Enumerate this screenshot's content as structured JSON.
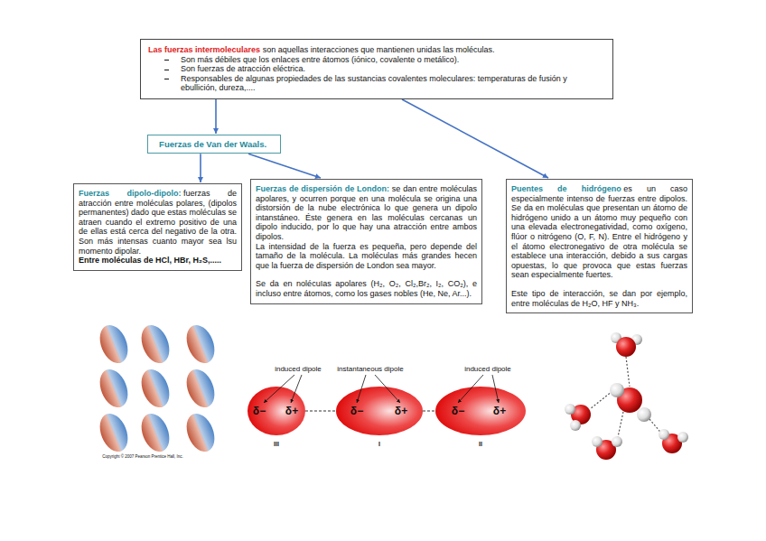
{
  "diagram": {
    "nodes": [
      {
        "text": [
          "Las fuerzas intermoleculares",
          "son aquellas interacciones que mantienen unidas las moléculas.",
          "Son más débiles que los enlaces entre átomos (iónico, covalente o metálico).",
          "Son fuerzas de atracción eléctrica.",
          "Responsables de algunas propiedades de las sustancias covalentes moleculares: temperaturas de fusión y ebullición, dureza,...."
        ]
      },
      {
        "text": [
          "Fuerzas de Van der Waals."
        ]
      },
      {
        "text": [
          "Fuerzas dipolo-dipolo:",
          "fuerzas de atracción entre moléculas polares, (dipolos permanentes) dado que estas moléculas se atraen cuando el extremo positivo de una de ellas está cerca del negativo de la otra. Son más intensas cuanto mayor sea lsu momento dipolar.",
          "Entre moléculas de HCl, HBr, H₂S,....."
        ]
      },
      {
        "text": [
          "Fuerzas de dispersión de London:",
          "se dan entre moléculas apolares, y ocurren porque en una molécula se origina una distorsión de la nube electrónica lo que genera un dipolo intanstáneo. Éste genera en las moléculas cercanas un dipolo inducido, por lo que hay una atracción entre ambos dipolos.",
          "La intensidad de la fuerza es pequeña, pero depende del tamaño de la molécula. La moléculas más grandes hecen que la fuerza de dispersión de London sea mayor.",
          "Se da en nolécuIas apolares (H₂, O₂, Cl₂,Br₂, I₂, CO₂), e incluso entre átomos, como los gases nobles (He, Ne, Ar...)."
        ]
      },
      {
        "text": [
          "Puentes de hidrógeno",
          "es un caso especialmente intenso de fuerzas entre dipolos. Se da en moléculas que presentan un átomo de hidrógeno unido a un átomo muy pequeño con una elevada electronegatividad, como oxígeno, flúor o nitrógeno (O, F, N). Entre el hidrógeno y el átomo electronegativo de otra molécula se establece una interacción, debido a sus cargas opuestas, lo que provoca que estas fuerzas sean especialmente fuertes.",
          "Este tipo de interacción, se dan por ejemplo, entre moléculas de H₂O, HF y NH₃."
        ]
      }
    ],
    "edges": [
      {
        "from": 0,
        "to": 1,
        "arrow": "to"
      },
      {
        "from": 0,
        "to": 4,
        "arrow": "to"
      },
      {
        "from": 1,
        "to": 2,
        "arrow": "to"
      },
      {
        "from": 1,
        "to": 3,
        "arrow": "to"
      }
    ],
    "labels": [
      "induced dipole",
      "instantaneous dipole",
      "induced dipole",
      "δ−",
      "δ+",
      "δ−",
      "δ+",
      "δ−",
      "δ+",
      "III",
      "I",
      "II",
      "Copyright © 2007 Pearson Prentice Hall, Inc."
    ]
  }
}
